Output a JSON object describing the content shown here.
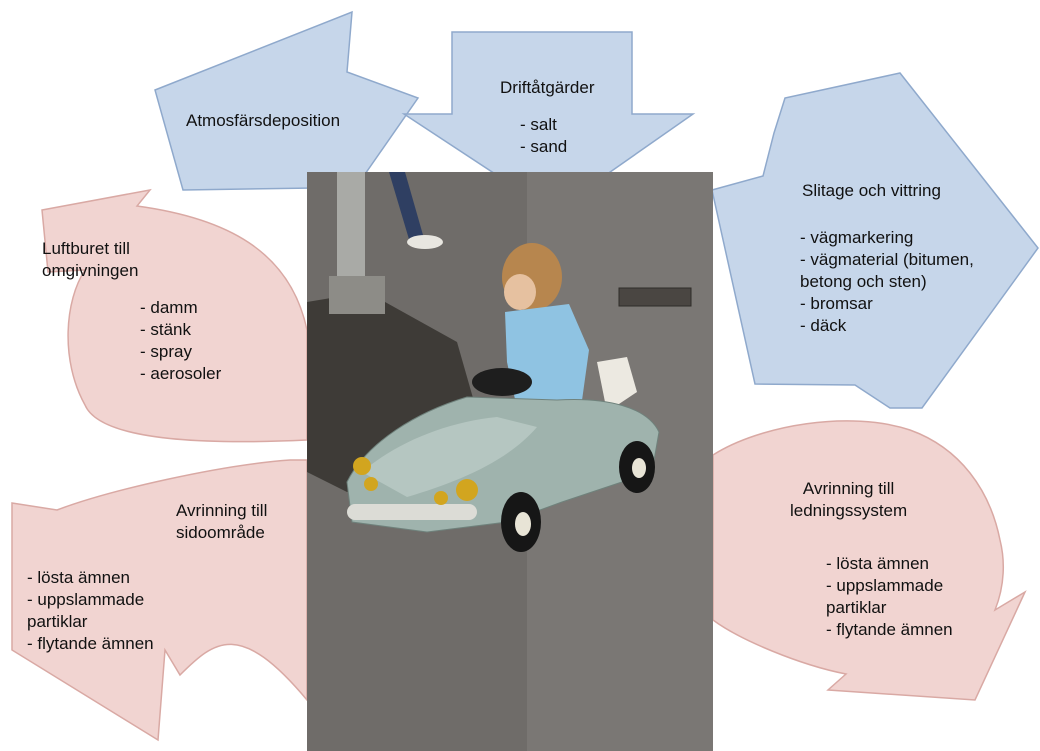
{
  "colors": {
    "blue_arrow_fill": "#c6d6ea",
    "blue_arrow_stroke": "#8fa9cc",
    "pink_arrow_fill": "#f1d4d1",
    "pink_arrow_stroke": "#d9a9a4",
    "road": "#6f6c69",
    "car": "#9fb3ad",
    "jacket": "#8fc3e2"
  },
  "atmos": {
    "title": "Atmosfärsdeposition"
  },
  "drift": {
    "title": "Driftåtgärder",
    "items": [
      "- salt",
      "- sand"
    ]
  },
  "slitage": {
    "title": "Slitage och vittring",
    "items": [
      "- vägmarkering",
      "- vägmaterial (bitumen,",
      "betong och sten)",
      "- bromsar",
      "- däck"
    ]
  },
  "luft": {
    "title_lines": [
      "Luftburet till",
      "omgivningen"
    ],
    "items": [
      "- damm",
      "- stänk",
      "- spray",
      "- aerosoler"
    ]
  },
  "sido": {
    "title_lines": [
      "Avrinning till",
      "sidoområde"
    ],
    "items": [
      "- lösta ämnen",
      "- uppslammade",
      "partiklar",
      "- flytande ämnen"
    ]
  },
  "ledning": {
    "title_lines": [
      "Avrinning till",
      "ledningssystem"
    ],
    "items": [
      "- lösta ämnen",
      "- uppslammade",
      "partiklar",
      "- flytande ämnen"
    ]
  }
}
